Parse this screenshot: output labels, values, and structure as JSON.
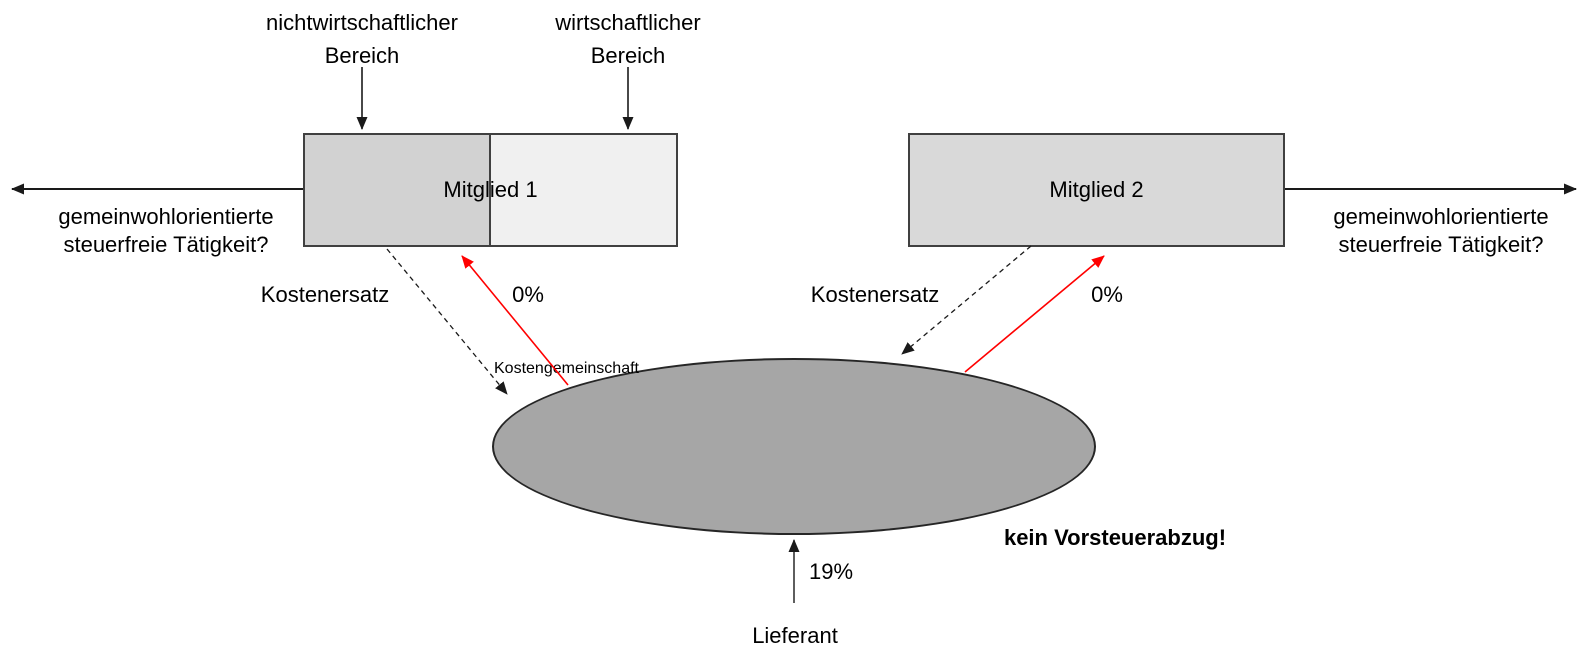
{
  "diagram": {
    "top_labels": {
      "left": {
        "line1": "nichtwirtschaftlicher",
        "line2": "Bereich"
      },
      "right": {
        "line1": "wirtschaftlicher",
        "line2": "Bereich"
      }
    },
    "member1": {
      "label": "Mitglied 1"
    },
    "member2": {
      "label": "Mitglied 2"
    },
    "ellipse": {
      "label": "Kostengemeinschaft"
    },
    "question_left": {
      "line1": "gemeinwohlorientierte",
      "line2": "steuerfreie Tätigkeit?"
    },
    "question_right": {
      "line1": "gemeinwohlorientierte",
      "line2": "steuerfreie Tätigkeit?"
    },
    "flows": {
      "kostenersatz_left": "Kostenersatz",
      "zero_rate_left": "0%",
      "kostenersatz_right": "Kostenersatz",
      "zero_rate_right": "0%",
      "vat_rate": "19%",
      "supplier": "Lieferant",
      "note": "kein Vorsteuerabzug!"
    },
    "colors": {
      "member1_left_fill": "#d2d2d2",
      "member1_right_fill": "#f0f0f0",
      "member2_fill": "#d9d9d9",
      "ellipse_fill": "#a6a6a6",
      "box_border": "#404040",
      "arrow_black": "#1a1a1a",
      "arrow_red": "#ff0000"
    }
  }
}
